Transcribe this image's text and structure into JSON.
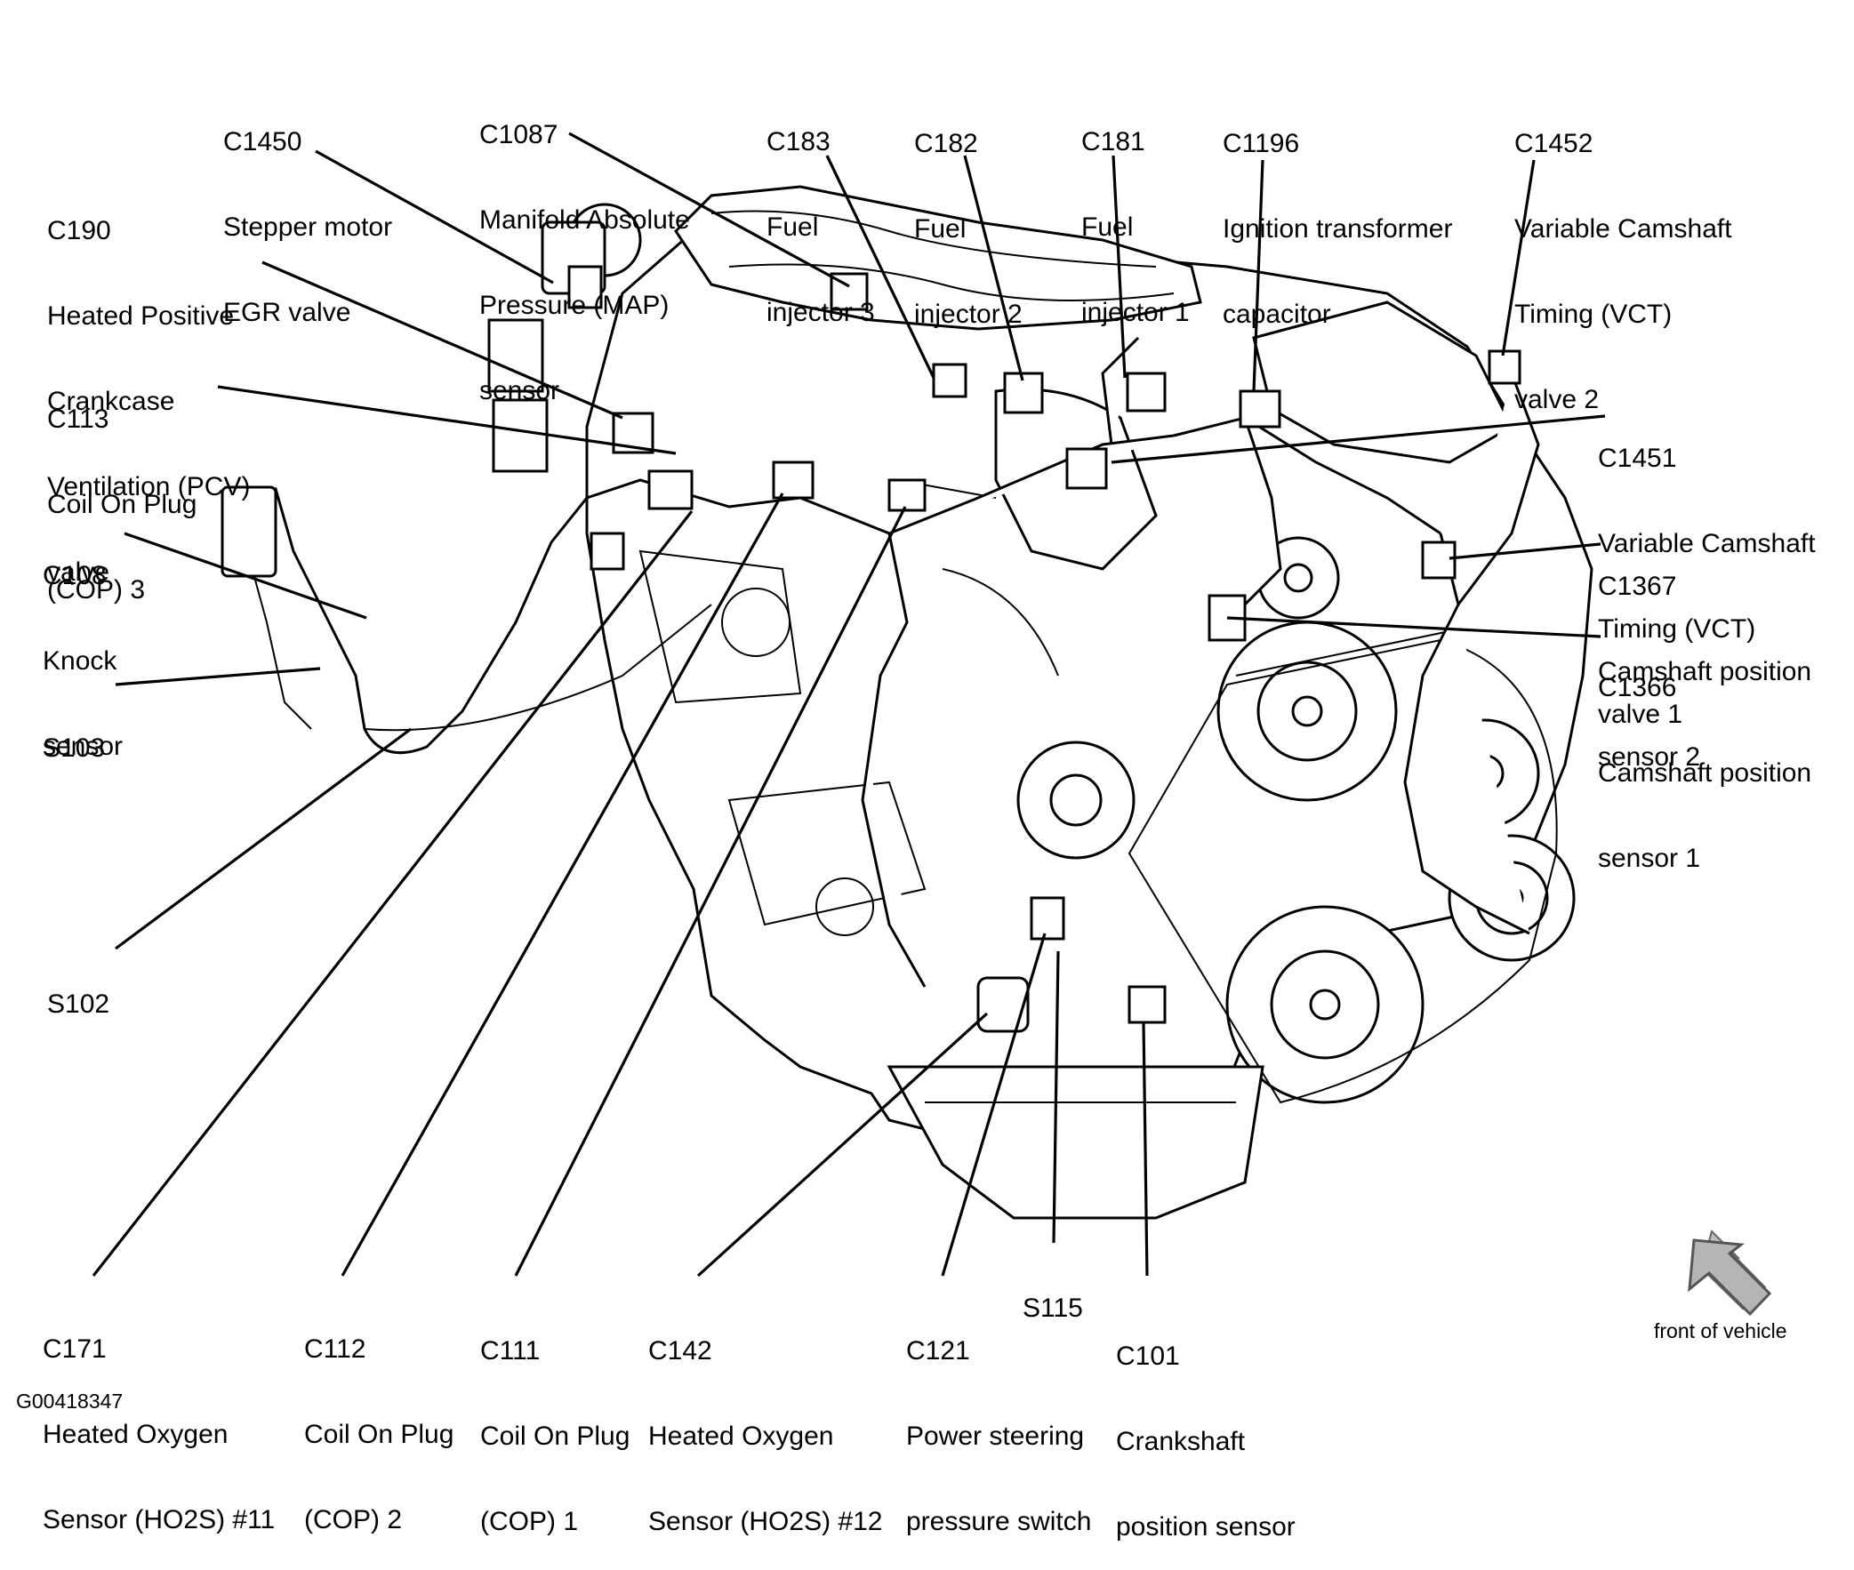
{
  "callouts": [
    {
      "id": "C1450",
      "lines": [
        "C1450",
        "Stepper motor",
        "EGR valve"
      ]
    },
    {
      "id": "C1087",
      "lines": [
        "C1087",
        "Manifold Absolute",
        "Pressure (MAP)",
        "sensor"
      ]
    },
    {
      "id": "C183",
      "lines": [
        "C183",
        "Fuel",
        "injector 3"
      ]
    },
    {
      "id": "C182",
      "lines": [
        "C182",
        "Fuel",
        "injector 2"
      ]
    },
    {
      "id": "C181",
      "lines": [
        "C181",
        "Fuel",
        "injector 1"
      ]
    },
    {
      "id": "C1196",
      "lines": [
        "C1196",
        "Ignition transformer",
        "capacitor"
      ]
    },
    {
      "id": "C1452",
      "lines": [
        "C1452",
        "Variable Camshaft",
        "Timing (VCT)",
        "valve 2"
      ]
    },
    {
      "id": "C190",
      "lines": [
        "C190",
        "Heated Positive",
        "Crankcase",
        "Ventilation (PCV)",
        "valve"
      ]
    },
    {
      "id": "C113",
      "lines": [
        "C113",
        "Coil On Plug",
        "(COP) 3"
      ]
    },
    {
      "id": "C108",
      "lines": [
        "C108",
        "Knock",
        "sensor"
      ]
    },
    {
      "id": "S103",
      "lines": [
        "S103"
      ]
    },
    {
      "id": "S102",
      "lines": [
        "S102"
      ]
    },
    {
      "id": "C1451",
      "lines": [
        "C1451",
        "Variable Camshaft",
        "Timing (VCT)",
        "valve 1"
      ]
    },
    {
      "id": "C1367",
      "lines": [
        "C1367",
        "Camshaft position",
        "sensor 2"
      ]
    },
    {
      "id": "C1366",
      "lines": [
        "C1366",
        "Camshaft position",
        "sensor 1"
      ]
    },
    {
      "id": "C171",
      "lines": [
        "C171",
        "Heated Oxygen",
        "Sensor (HO2S) #11"
      ]
    },
    {
      "id": "C112",
      "lines": [
        "C112",
        "Coil On Plug",
        "(COP) 2"
      ]
    },
    {
      "id": "C111",
      "lines": [
        "C111",
        "Coil On Plug",
        "(COP) 1"
      ]
    },
    {
      "id": "C142",
      "lines": [
        "C142",
        "Heated Oxygen",
        "Sensor (HO2S) #12"
      ]
    },
    {
      "id": "C121",
      "lines": [
        "C121",
        "Power steering",
        "pressure switch"
      ]
    },
    {
      "id": "S115",
      "lines": [
        "S115"
      ]
    },
    {
      "id": "C101",
      "lines": [
        "C101",
        "Crankshaft",
        "position sensor"
      ]
    }
  ],
  "orientation": {
    "label": "front of vehicle",
    "icon": "arrow-down-left-icon"
  },
  "figure_id": "G00418347"
}
